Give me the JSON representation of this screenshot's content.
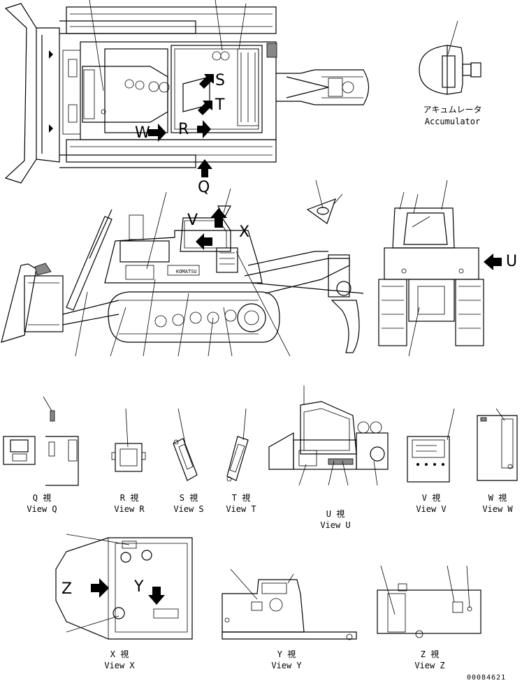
{
  "accumulator": {
    "jp": "アキュムレータ",
    "en": "Accumulator"
  },
  "arrow_letters": {
    "q": "Q",
    "s": "S",
    "t": "T",
    "r": "R",
    "w": "W",
    "v": "V",
    "x": "X",
    "u": "U",
    "y": "Y",
    "z": "Z"
  },
  "views": [
    {
      "jp": "Q 視",
      "en": "View Q"
    },
    {
      "jp": "R 視",
      "en": "View R"
    },
    {
      "jp": "S 視",
      "en": "View S"
    },
    {
      "jp": "T 視",
      "en": "View T"
    },
    {
      "jp": "U 視",
      "en": "View U"
    },
    {
      "jp": "V 視",
      "en": "View V"
    },
    {
      "jp": "W 視",
      "en": "View W"
    },
    {
      "jp": "X 視",
      "en": "View X"
    },
    {
      "jp": "Y 視",
      "en": "View Y"
    },
    {
      "jp": "Z 視",
      "en": "View Z"
    }
  ],
  "brand_plate": "KOMATSU",
  "drawing_number": "00084621"
}
